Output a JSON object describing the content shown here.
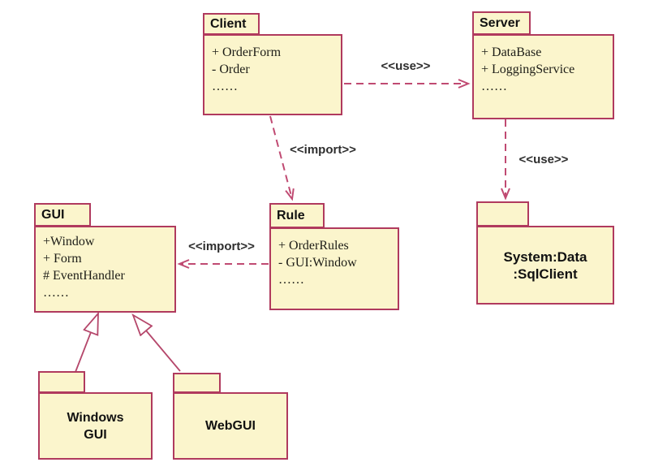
{
  "diagram": {
    "type": "uml-package-diagram",
    "colors": {
      "package_fill": "#FBF5CC",
      "package_border": "#B03A5E",
      "dependency_arrow": "#C04A72",
      "generalization_arrow": "#B5476B",
      "label_text": "#2e2e2e",
      "background": "#ffffff"
    },
    "packages": {
      "client": {
        "name": "Client",
        "members": [
          "+ OrderForm",
          "- Order",
          "……"
        ]
      },
      "server": {
        "name": "Server",
        "members": [
          "+ DataBase",
          "+ LoggingService",
          "……"
        ]
      },
      "gui": {
        "name": "GUI",
        "members": [
          "+Window",
          "+ Form",
          "# EventHandler",
          "……"
        ]
      },
      "rule": {
        "name": "Rule",
        "members": [
          "+ OrderRules",
          "- GUI:Window",
          "……"
        ]
      },
      "sqlclient": {
        "name_line1": "System:Data",
        "name_line2": ":SqlClient"
      },
      "windowsgui": {
        "name_line1": "Windows",
        "name_line2": "GUI"
      },
      "webgui": {
        "name": "WebGUI"
      }
    },
    "labels": {
      "use_client_server": "<<use>>",
      "import_client_rule": "<<import>>",
      "import_rule_gui": "<<import>>",
      "use_server_sqlclient": "<<use>>"
    }
  }
}
